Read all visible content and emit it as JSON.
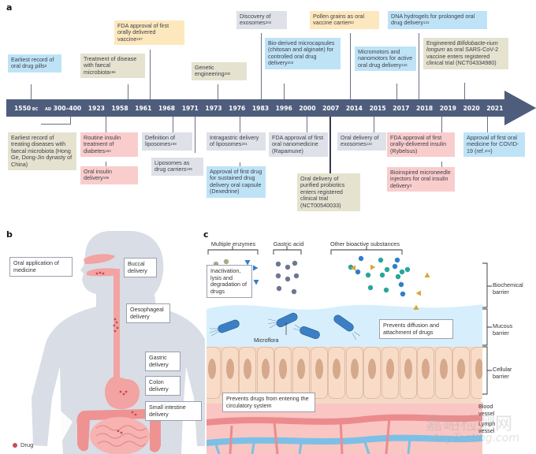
{
  "panel_labels": {
    "a": "a",
    "b": "b",
    "c": "c"
  },
  "timeline": {
    "years": [
      "1550",
      "BC",
      "AD",
      "300–400",
      "1923",
      "1958",
      "1961",
      "1968",
      "1971",
      "1973",
      "1976",
      "1983",
      "1996",
      "2000",
      "2007",
      "2014",
      "2015",
      "2017",
      "2018",
      "2019",
      "2020",
      "2021"
    ],
    "above_events": [
      {
        "text": "Earliest record of oral drug pills",
        "ref": "8",
        "color": "blue"
      },
      {
        "text": "Treatment of disease with faecal microbiota",
        "ref": "196",
        "color": "beige"
      },
      {
        "text": "FDA approval of first orally delivered vaccine",
        "ref": "197",
        "color": "yellow"
      },
      {
        "text": "Genetic engineering",
        "ref": "200",
        "color": "beige"
      },
      {
        "text": "Discovery of exosomes",
        "ref": "202",
        "color": "grey"
      },
      {
        "text": "Bio-derived microcapsules (chitosan and alginate) for controlled oral drug delivery",
        "ref": "203",
        "color": "blue"
      },
      {
        "text": "Pollen grains as oral vaccine carrier",
        "ref": "53",
        "color": "yellow"
      },
      {
        "text": "Micromotors and nanomotors for active oral drug delivery",
        "ref": "125",
        "color": "blue"
      },
      {
        "text": "DNA hydrogels for prolonged oral drug delivery",
        "ref": "131",
        "color": "blue"
      },
      {
        "text_pre": "Engineered ",
        "text_italic": "Bifidobacte-rium longum",
        "text_post": "as oral SARS-CoV-2 vaccine enters registered clinical trial (NCT04334980)",
        "color": "beige"
      }
    ],
    "below_events": [
      {
        "text": "Earliest record of treating diseases with faecal microbiota (Hong Ge, Dong-Jin dynasty of China)",
        "color": "beige"
      },
      {
        "text": "Routine insulin treatment of diabetes",
        "ref": "194",
        "color": "pink"
      },
      {
        "text": "Oral insulin delivery",
        "ref": "195",
        "color": "pink"
      },
      {
        "text": "Definition of liposomes",
        "ref": "198",
        "color": "grey"
      },
      {
        "text": "Liposomes as drug carriers",
        "ref": "199",
        "color": "grey"
      },
      {
        "text": "Intragastric delivery of liposomes",
        "ref": "201",
        "color": "grey"
      },
      {
        "text": "Approval of first drug for sustained drug delivery oral capsule (Dexedrine)",
        "color": "blue"
      },
      {
        "text": "FDA approval of first oral nanomedicine (Rapamune)",
        "color": "grey"
      },
      {
        "text": "Oral delivery of purified probiotics enters registered clinical trial (NCT00540033)",
        "color": "beige"
      },
      {
        "text": "Oral delivery of exosomes",
        "ref": "110",
        "color": "grey"
      },
      {
        "text": "FDA approval of first orally-delivered insulin (Rybelsus)",
        "color": "pink"
      },
      {
        "text": "Bioinspired microneedle injectors for oral insulin delivery",
        "ref": "3",
        "color": "pink"
      },
      {
        "text": "Approval of first oral medicine for COVID-19 (ref.",
        "ref": "204",
        "text_post": ")",
        "color": "blue"
      }
    ]
  },
  "panel_b": {
    "callouts": {
      "oral_application": "Oral application of medicine",
      "buccal": "Buccal delivery",
      "oesophageal": "Oesophageal delivery",
      "gastric": "Gastric delivery",
      "colon": "Colon delivery",
      "small_intestine": "Small intestine delivery"
    },
    "legend": {
      "drug": "Drug"
    }
  },
  "panel_c": {
    "groups": {
      "enzymes": "Multiple enzymes",
      "acid": "Gastric acid",
      "other": "Other bioactive substances"
    },
    "callouts": {
      "inactivation": "Inactivation, lysis and degradation of drugs",
      "diffusion": "Prevents diffusion and attachment of drugs",
      "circulatory": "Prevents drugs from entering the circulatory system"
    },
    "microflora": "Microflora",
    "barriers": {
      "biochemical": "Biochemical barrier",
      "mucous": "Mucous barrier",
      "cellular": "Cellular barrier",
      "blood": "Blood vessel",
      "lymph": "Lymph vessel"
    }
  },
  "colors": {
    "timeline_bar": "#4e5d7c",
    "blue": "#bfe3f6",
    "beige": "#e5e2cf",
    "yellow": "#fde8bd",
    "grey": "#dfe1e8",
    "pink": "#f9cdcc"
  },
  "watermark": {
    "cn": "嘉峪检测网",
    "en": "AnyTesting.com"
  }
}
